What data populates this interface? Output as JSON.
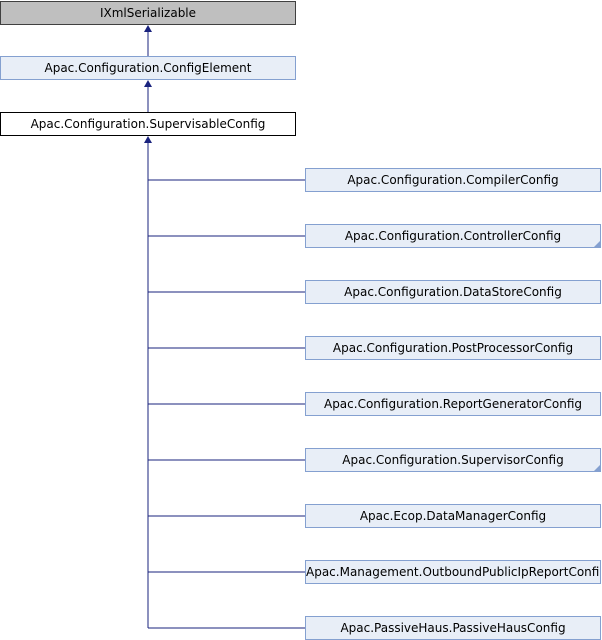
{
  "diagram": {
    "ancestors": [
      {
        "name": "IXmlSerializable",
        "style": "gray"
      },
      {
        "name": "Apac.Configuration.ConfigElement",
        "style": "light"
      },
      {
        "name": "Apac.Configuration.SupervisableConfig",
        "style": "white"
      }
    ],
    "children": [
      {
        "name": "Apac.Configuration.CompilerConfig",
        "has_more": false
      },
      {
        "name": "Apac.Configuration.ControllerConfig",
        "has_more": true
      },
      {
        "name": "Apac.Configuration.DataStoreConfig",
        "has_more": false
      },
      {
        "name": "Apac.Configuration.PostProcessorConfig",
        "has_more": false
      },
      {
        "name": "Apac.Configuration.ReportGeneratorConfig",
        "has_more": false
      },
      {
        "name": "Apac.Configuration.SupervisorConfig",
        "has_more": true
      },
      {
        "name": "Apac.Ecop.DataManagerConfig",
        "has_more": false
      },
      {
        "name": "Apac.Management.OutboundPublicIpReportConfig",
        "has_more": false
      },
      {
        "name": "Apac.PassiveHaus.PassiveHausConfig",
        "has_more": false
      }
    ],
    "line_color": "#1a237e"
  }
}
